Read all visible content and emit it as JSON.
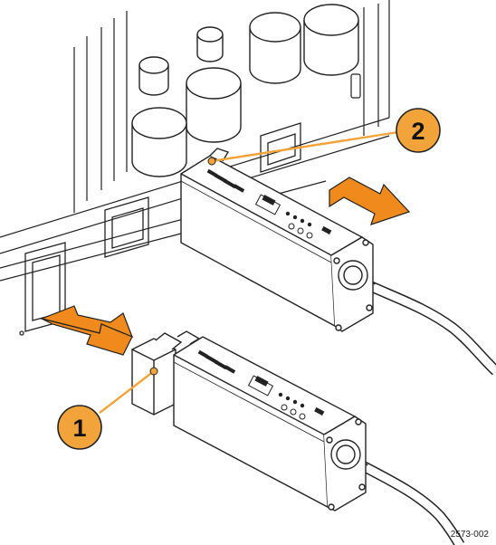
{
  "callouts": [
    {
      "id": "1",
      "label": "1"
    },
    {
      "id": "2",
      "label": "2"
    }
  ],
  "figure_id": "2573-002",
  "colors": {
    "outline": "#222222",
    "callout_fill": "#f2a33a",
    "leader_line": "#f2a33a",
    "arrow_fill": "#f08a1c",
    "probe_body": "#ffffff"
  },
  "arrows": [
    {
      "name": "remove-arrow",
      "direction": "right"
    },
    {
      "name": "insert-arrow",
      "direction": "left"
    }
  ]
}
